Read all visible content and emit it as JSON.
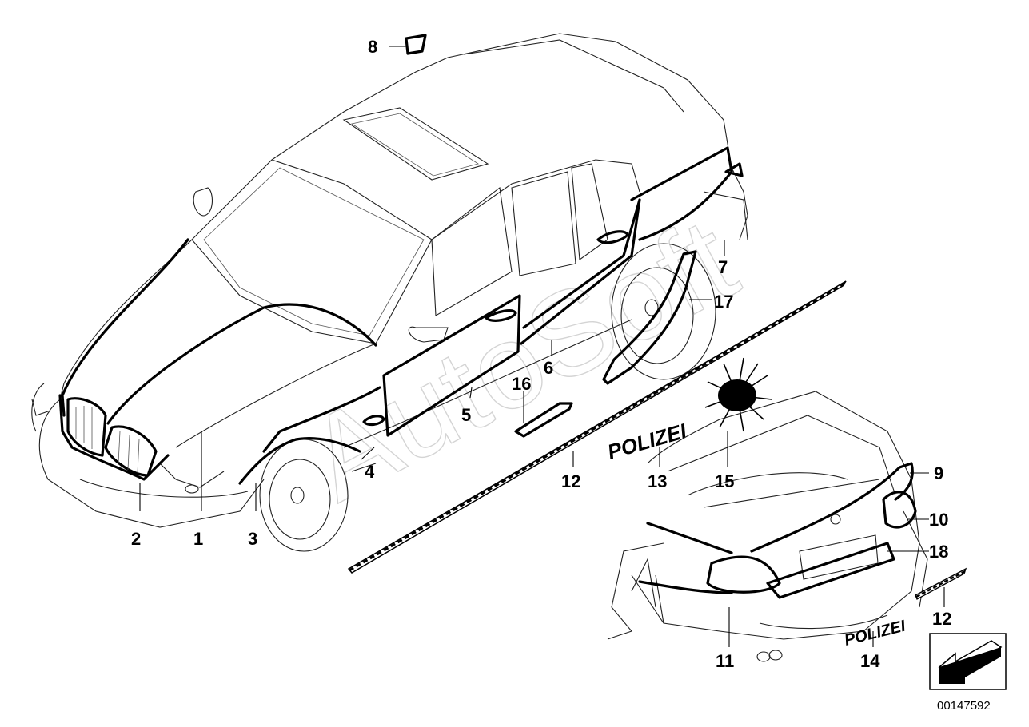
{
  "watermark": "AutoSoft",
  "decals": {
    "side": "POLIZEI",
    "rear": "POLIZEI"
  },
  "callouts": {
    "c1": "1",
    "c2": "2",
    "c3": "3",
    "c4": "4",
    "c5": "5",
    "c6": "6",
    "c7": "7",
    "c8": "8",
    "c9": "9",
    "c10": "10",
    "c11": "11",
    "c12a": "12",
    "c12b": "12",
    "c13": "13",
    "c14": "14",
    "c15": "15",
    "c16": "16",
    "c17": "17",
    "c18": "18"
  },
  "reference_number": "00147592",
  "icons": {
    "orientation": "direction-arrow-icon"
  }
}
